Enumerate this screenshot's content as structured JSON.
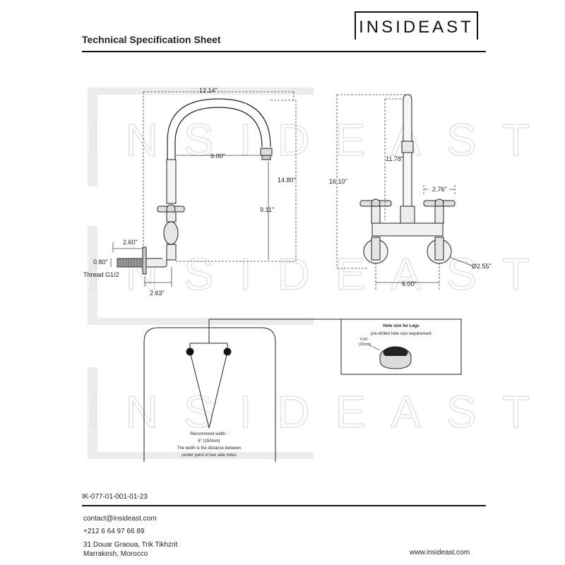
{
  "brand": {
    "logo_text": "INSIDEAST"
  },
  "header": {
    "title": "Technical Specification Sheet"
  },
  "watermark": {
    "text": "INSIDEAST"
  },
  "side_view": {
    "overall_width": "12.14\"",
    "spout_reach": "9.00\"",
    "overall_height": "14.80\"",
    "spout_height": "9.11\"",
    "thread_length": "2.60\"",
    "thread_diameter": "0.80\"",
    "thread_label": "Thread G1/2",
    "offset": "2.63\""
  },
  "front_view": {
    "total_height": "16.10\"",
    "riser_height": "11.78\"",
    "handle_width": "2.76\"",
    "centers": "6.00\"",
    "flange_diameter": "Ø2.55\""
  },
  "hole_box": {
    "title": "Hole size for Legs",
    "subtitle": "pre-drilled hole size requirement",
    "size_in": "0.90\"",
    "size_mm": "(23mm)"
  },
  "sink_note": {
    "line1": "Recommend width :",
    "line2": "6\" (150mm)",
    "line3": "The width is the distance between",
    "line4": "center point of two side holes"
  },
  "footer": {
    "product_code": "IK-077-01-001-01-23",
    "email": "contact@insideast.com",
    "phone": "+212 6 64 97 66 89",
    "address_line1": "31 Douar Graoua, Trik Tikhzrit",
    "address_line2": "Marrakesh, Morocco",
    "website": "www.insideast.com"
  }
}
